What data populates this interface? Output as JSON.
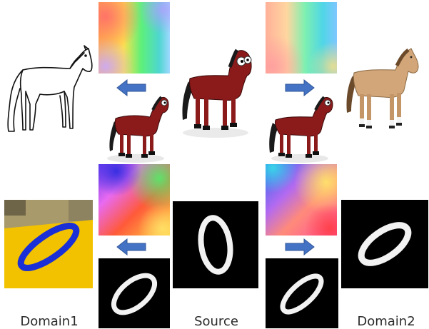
{
  "labels": {
    "domain1": "Domain1",
    "source": "Source",
    "domain2": "Domain2"
  },
  "rows": [
    {
      "name": "horse-row"
    },
    {
      "name": "digit-row"
    }
  ],
  "colors": {
    "arrow": "#4472c4",
    "arrow_edge": "#2f5597",
    "horse_red": "#8b1a1a",
    "horse_tan": "#d2a679",
    "digit_stroke": "#ffffff",
    "digit_bg": "#000000",
    "highlight_yellow": "#f2c200",
    "highlight_blue": "#1a2fd6"
  }
}
